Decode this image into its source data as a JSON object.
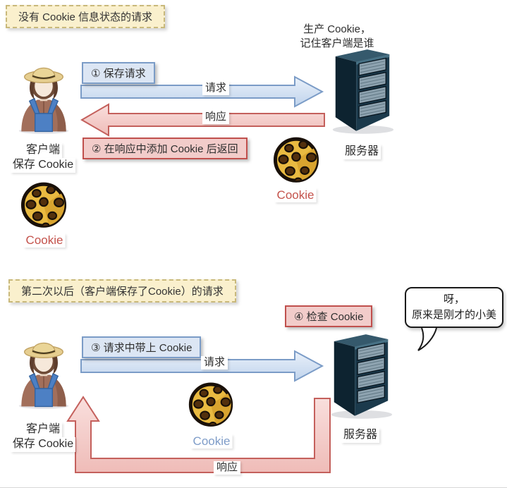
{
  "sections": {
    "first": {
      "title": "没有 Cookie 信息状态的请求",
      "server_note": {
        "line1": "生产 Cookie，",
        "line2": "记住客户端是谁"
      },
      "steps": {
        "step1": "① 保存请求",
        "step2": "② 在响应中添加 Cookie 后返回"
      },
      "arrows": {
        "request": "请求",
        "response": "响应"
      },
      "client": {
        "line1": "客户端",
        "line2": "保存 Cookie"
      },
      "server_label": "服务器",
      "cookie_near_server": "Cookie",
      "cookie_near_client": "Cookie"
    },
    "second": {
      "title": "第二次以后（客户端保存了Cookie）的请求",
      "steps": {
        "step3": "③ 请求中带上 Cookie",
        "step4": "④ 检查 Cookie"
      },
      "speech_bubble": {
        "line1": "呀，",
        "line2": "原来是刚才的小美"
      },
      "arrows": {
        "request": "请求",
        "response": "响应"
      },
      "client": {
        "line1": "客户端",
        "line2": "保存 Cookie"
      },
      "server_label": "服务器",
      "cookie_label": "Cookie"
    }
  },
  "icons": {
    "client": "farmer-woman-icon",
    "server": "server-tower-icon",
    "cookie": "cookie-icon"
  },
  "colors": {
    "title_bg": "#FAF0CD",
    "title_border": "#C9B97B",
    "step_blue_bg": "#DCE6F4",
    "step_blue_border": "#7B9CC7",
    "step_pink_bg": "#F2CCCA",
    "step_pink_border": "#C0504D",
    "arrow_blue_fill": "#CFDEF2",
    "arrow_blue_border": "#7B9CC7",
    "arrow_pink_fill": "#F3C8C5",
    "arrow_pink_border": "#C4605C",
    "cookie_text_red": "#C4524B",
    "cookie_text_blue": "#7E9CC8"
  }
}
